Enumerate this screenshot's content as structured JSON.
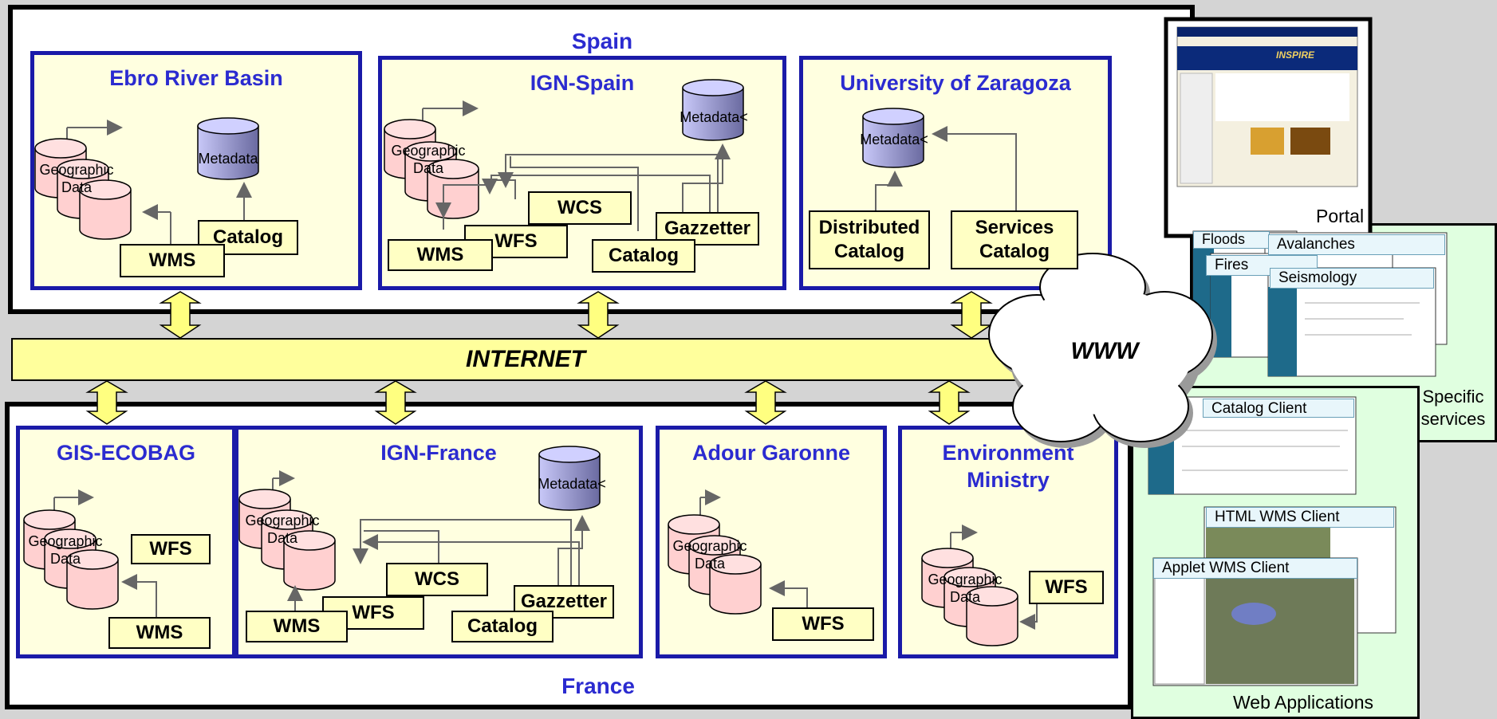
{
  "countries": {
    "spain": "Spain",
    "france": "France"
  },
  "internet": "INTERNET",
  "www": "WWW",
  "institutions": {
    "ebro": "Ebro River Basin",
    "ign_spain": "IGN-Spain",
    "zaragoza": "University of Zaragoza",
    "gis_ecobag": "GIS-ECOBAG",
    "ign_france": "IGN-France",
    "adour": "Adour Garonne",
    "env_ministry": "Environment Ministry"
  },
  "services": {
    "wms": "WMS",
    "wfs": "WFS",
    "wcs": "WCS",
    "catalog": "Catalog",
    "gazzetter": "Gazzetter",
    "distributed_catalog": "Distributed Catalog",
    "services_catalog": "Services Catalog"
  },
  "metadata": {
    "plain": "Metadata",
    "with_arrow": "Metadata<"
  },
  "geographic_data": "Geographic Data",
  "right_side": {
    "portal": "Portal",
    "specific_services": "Specific services",
    "web_applications": "Web Applications",
    "panels": {
      "floods": "Floods",
      "avalanches": "Avalanches",
      "fires": "Fires",
      "seismology": "Seismology",
      "catalog_client": "Catalog Client",
      "html_wms_client": "HTML WMS Client",
      "applet_wms_client": "Applet WMS Client"
    },
    "portal_page_title": "INSPIRE"
  },
  "colors": {
    "region_border": "#000000",
    "institution_border": "#1a1aa8",
    "title_blue": "#2b2bd0",
    "cylinder_fill": "#ffd0d0",
    "metadata_fill": "#b8b8f0",
    "internet_fill": "#ffff9c",
    "right_panel_fill": "#e0ffe0"
  }
}
